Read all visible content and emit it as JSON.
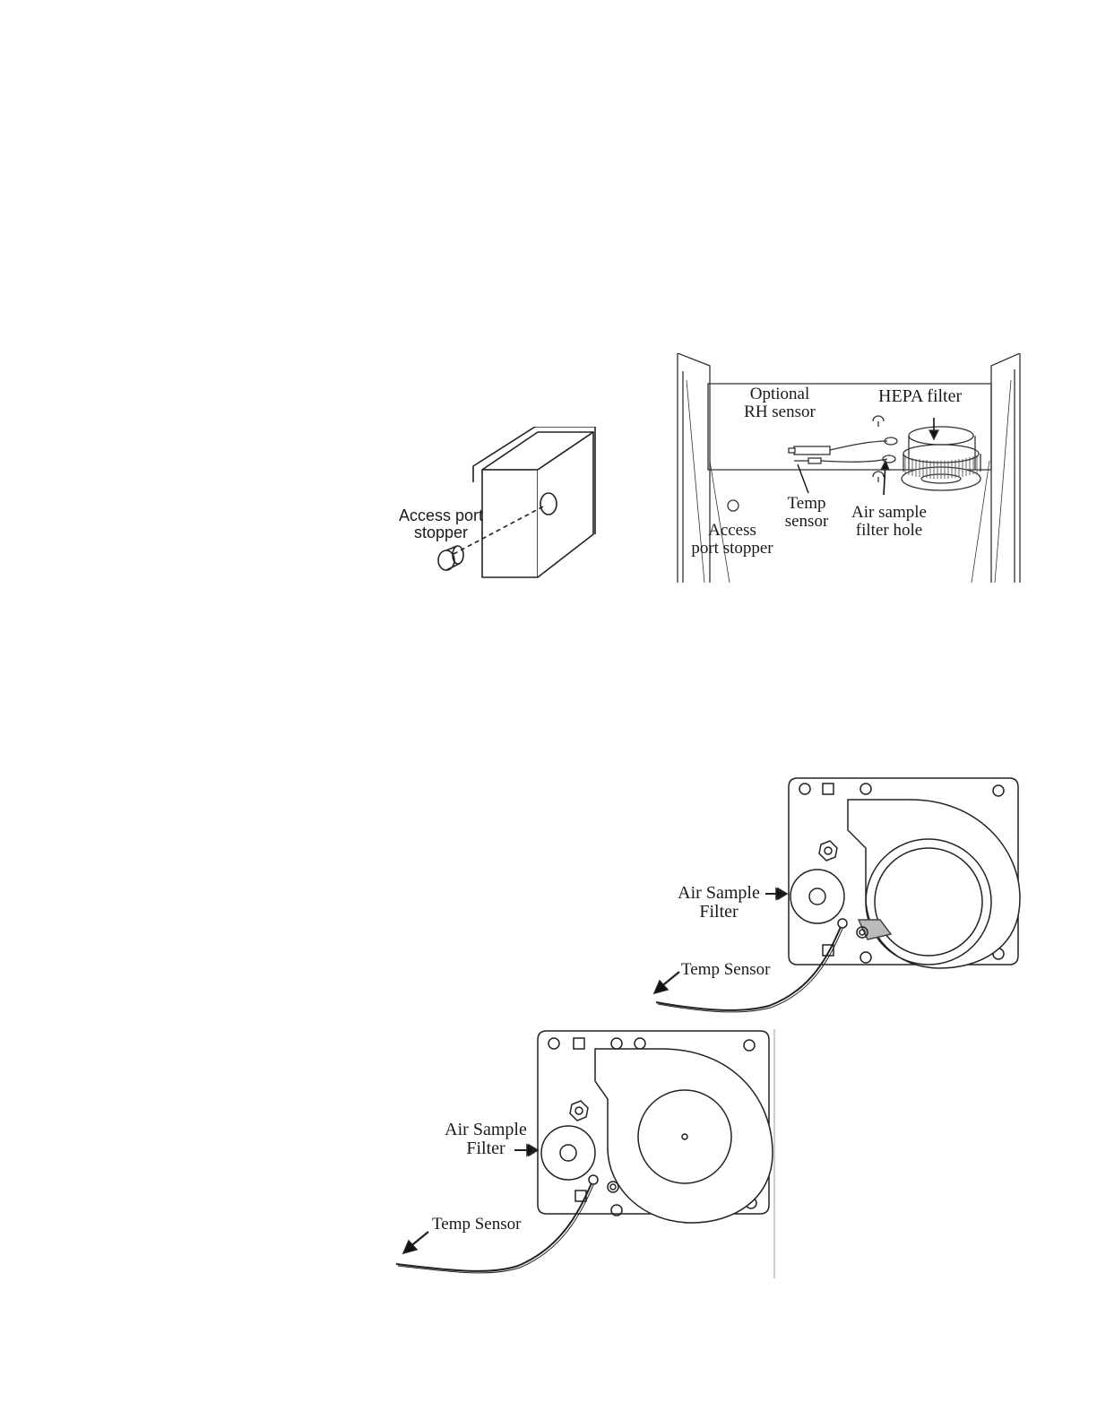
{
  "figure_stopper": {
    "label_line1": "Access port",
    "label_line2": "stopper"
  },
  "figure_chamber": {
    "optional_rh_line1": "Optional",
    "optional_rh_line2": "RH sensor",
    "hepa_filter": "HEPA filter",
    "temp_sensor_line1": "Temp",
    "temp_sensor_line2": "sensor",
    "air_sample_line1": "Air sample",
    "air_sample_line2": "filter hole",
    "access_line1": "Access",
    "access_line2": "port stopper"
  },
  "figure_blower_upper": {
    "air_sample_line1": "Air Sample",
    "air_sample_line2": "Filter",
    "temp_sensor": "Temp Sensor"
  },
  "figure_blower_lower": {
    "air_sample_line1": "Air Sample",
    "air_sample_line2": "Filter",
    "temp_sensor": "Temp Sensor"
  }
}
